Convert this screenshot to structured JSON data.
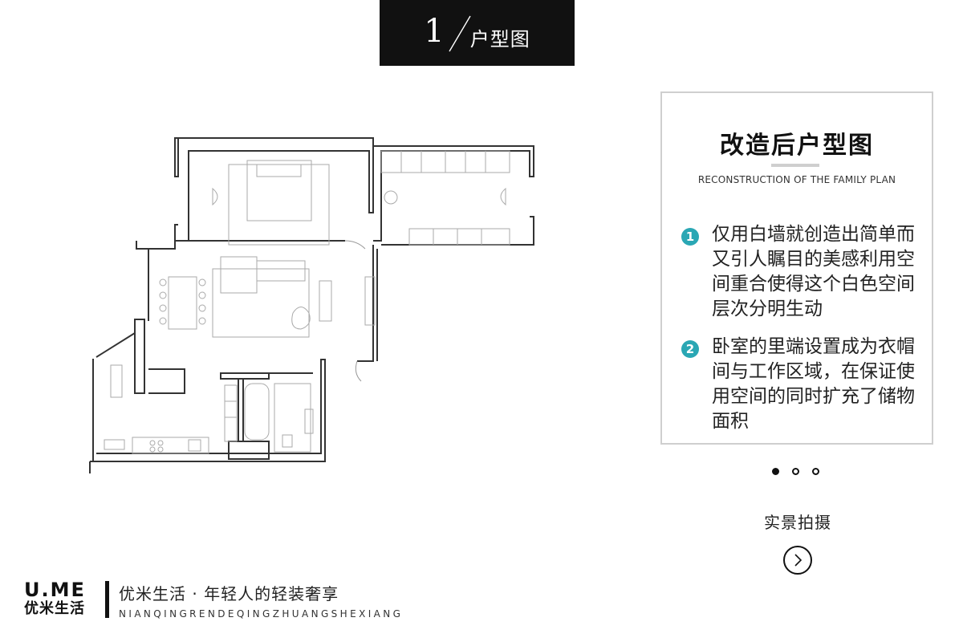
{
  "header": {
    "number": "1",
    "title": "户型图"
  },
  "info_card": {
    "title": "改造后户型图",
    "subtitle": "RECONSTRUCTION OF THE FAMILY PLAN",
    "accent_color": "#2aa7b4",
    "points": [
      {
        "number": "1",
        "text": "仅用白墙就创造出简单而又引人瞩目的美感利用空间重合使得这个白色空间层次分明生动"
      },
      {
        "number": "2",
        "text": "卧室的里端设置成为衣帽间与工作区域，在保证使用空间的同时扩充了储物面积"
      }
    ]
  },
  "pagination": {
    "total": 3,
    "active": 1
  },
  "live_shots": {
    "label": "实景拍摄"
  },
  "brand": {
    "logo_top": "U.ME",
    "logo_bottom": "优米生活",
    "slogan": "优米生活 · 年轻人的轻装奢享",
    "pinyin": "NIANQINGRENDEQINGZHUANGSHEXIANG"
  },
  "icons": {
    "slash": "slash-divider-icon",
    "next": "chevron-right-icon"
  }
}
